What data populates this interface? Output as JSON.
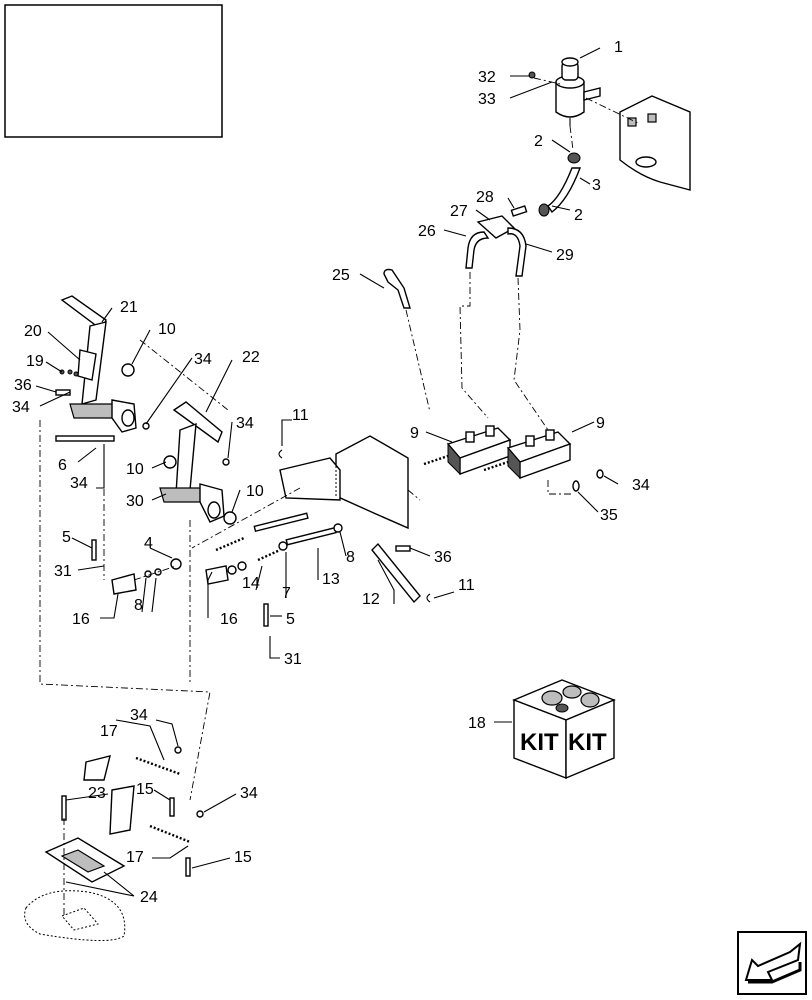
{
  "colors": {
    "line": "#000000",
    "shade": "#bdbdbd",
    "background": "#ffffff"
  },
  "icons": {
    "nav_arrow": "arrow-down-left-icon",
    "kit": "kit-box-icon"
  },
  "kit_box": {
    "left_text": "KIT",
    "right_text": "KIT"
  },
  "callouts": {
    "c1": "1",
    "c2a": "2",
    "c2b": "2",
    "c3": "3",
    "c4": "4",
    "c5a": "5",
    "c5b": "5",
    "c6": "6",
    "c7": "7",
    "c8a": "8",
    "c8b": "8",
    "c9a": "9",
    "c9b": "9",
    "c10a": "10",
    "c10b": "10",
    "c10c": "10",
    "c11a": "11",
    "c11b": "11",
    "c12": "12",
    "c13": "13",
    "c14": "14",
    "c15a": "15",
    "c15b": "15",
    "c16a": "16",
    "c16b": "16",
    "c17a": "17",
    "c17b": "17",
    "c18": "18",
    "c19": "19",
    "c20": "20",
    "c21": "21",
    "c22": "22",
    "c23": "23",
    "c24": "24",
    "c25": "25",
    "c26": "26",
    "c27": "27",
    "c28": "28",
    "c29": "29",
    "c30": "30",
    "c31a": "31",
    "c31b": "31",
    "c32": "32",
    "c33": "33",
    "c34a": "34",
    "c34b": "34",
    "c34c": "34",
    "c34d": "34",
    "c34e": "34",
    "c34f": "34",
    "c34g": "34",
    "c35": "35",
    "c36a": "36",
    "c36b": "36"
  }
}
